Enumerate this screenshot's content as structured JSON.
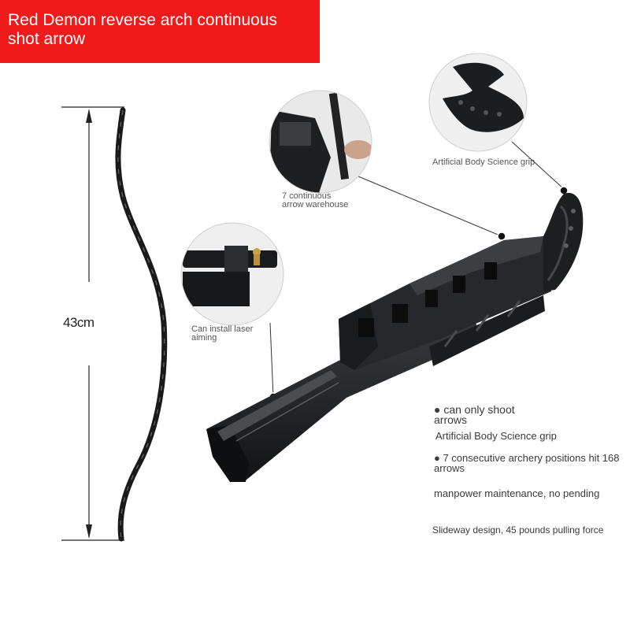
{
  "banner": {
    "line1": "Red Demon reverse arch continuous",
    "line2": "shot arrow"
  },
  "dimension": {
    "label": "43cm"
  },
  "callouts": {
    "arrow_warehouse": "7 continuous arrow warehouse",
    "laser": "Can install laser aiming",
    "grip": "Artificial Body Science grip"
  },
  "features": [
    "● can only shoot arrows",
    "Artificial Body Science grip",
    "● 7 consecutive archery positions hit 168 arrows",
    "manpower maintenance, no pending",
    "Slideway design, 45 pounds pulling force"
  ],
  "colors": {
    "banner": "#f01a1a",
    "product": "#1d1e20"
  }
}
